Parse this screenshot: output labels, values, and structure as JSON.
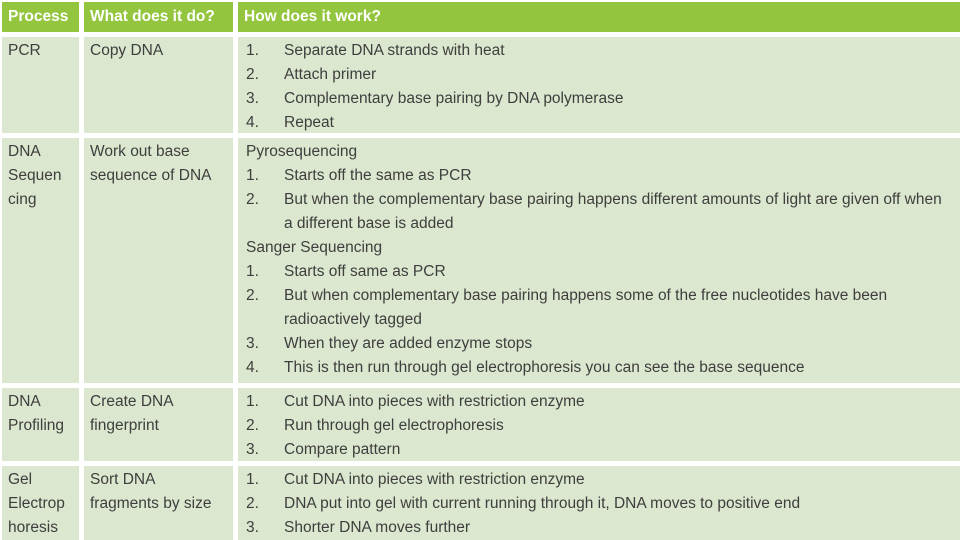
{
  "table": {
    "title": "DNA techniques comparison table",
    "colors": {
      "header_bg": "#93C63E",
      "row_bg": "#DBE7CE",
      "header_text": "#FFFFFF",
      "body_text": "#3E3E3E",
      "divider": "#FFFFFF"
    },
    "headers": [
      "Process",
      "What does it do?",
      "How does it work?"
    ],
    "rows": [
      {
        "process": "PCR",
        "what": "Copy DNA",
        "how": [
          {
            "num": "1.",
            "text": "Separate DNA strands with heat"
          },
          {
            "num": "2.",
            "text": "Attach primer"
          },
          {
            "num": "3.",
            "text": "Complementary base pairing by DNA polymerase"
          },
          {
            "num": "4.",
            "text": "Repeat"
          }
        ]
      },
      {
        "process": "DNA\nSequen\ncing",
        "what": "Work out base\nsequence of DNA",
        "how": [
          {
            "heading": "Pyrosequencing"
          },
          {
            "num": "1.",
            "text": "Starts off the same as PCR"
          },
          {
            "num": "2.",
            "text": "But when the complementary base pairing happens different amounts of light are given off when a different base is added"
          },
          {
            "heading": "Sanger Sequencing"
          },
          {
            "num": "1.",
            "text": "Starts off same as PCR"
          },
          {
            "num": "2.",
            "text": "But when complementary base pairing happens some of the free nucleotides have been radioactively tagged"
          },
          {
            "num": "3.",
            "text": "When they are added enzyme stops"
          },
          {
            "num": "4.",
            "text": "This is then run through gel electrophoresis you can see the base sequence"
          }
        ]
      },
      {
        "process": "DNA\nProfiling",
        "what": "Create DNA\nfingerprint",
        "how": [
          {
            "num": "1.",
            "text": "Cut DNA into pieces with restriction enzyme"
          },
          {
            "num": "2.",
            "text": "Run through gel electrophoresis"
          },
          {
            "num": "3.",
            "text": "Compare pattern"
          }
        ]
      },
      {
        "process": "Gel\nElectrop\nhoresis",
        "what": "Sort DNA\nfragments by size",
        "how": [
          {
            "num": "1.",
            "text": "Cut DNA into pieces with restriction enzyme"
          },
          {
            "num": "2.",
            "text": "DNA put into gel with current running through it, DNA moves to positive end"
          },
          {
            "num": "3.",
            "text": "Shorter DNA moves further"
          }
        ]
      }
    ]
  }
}
